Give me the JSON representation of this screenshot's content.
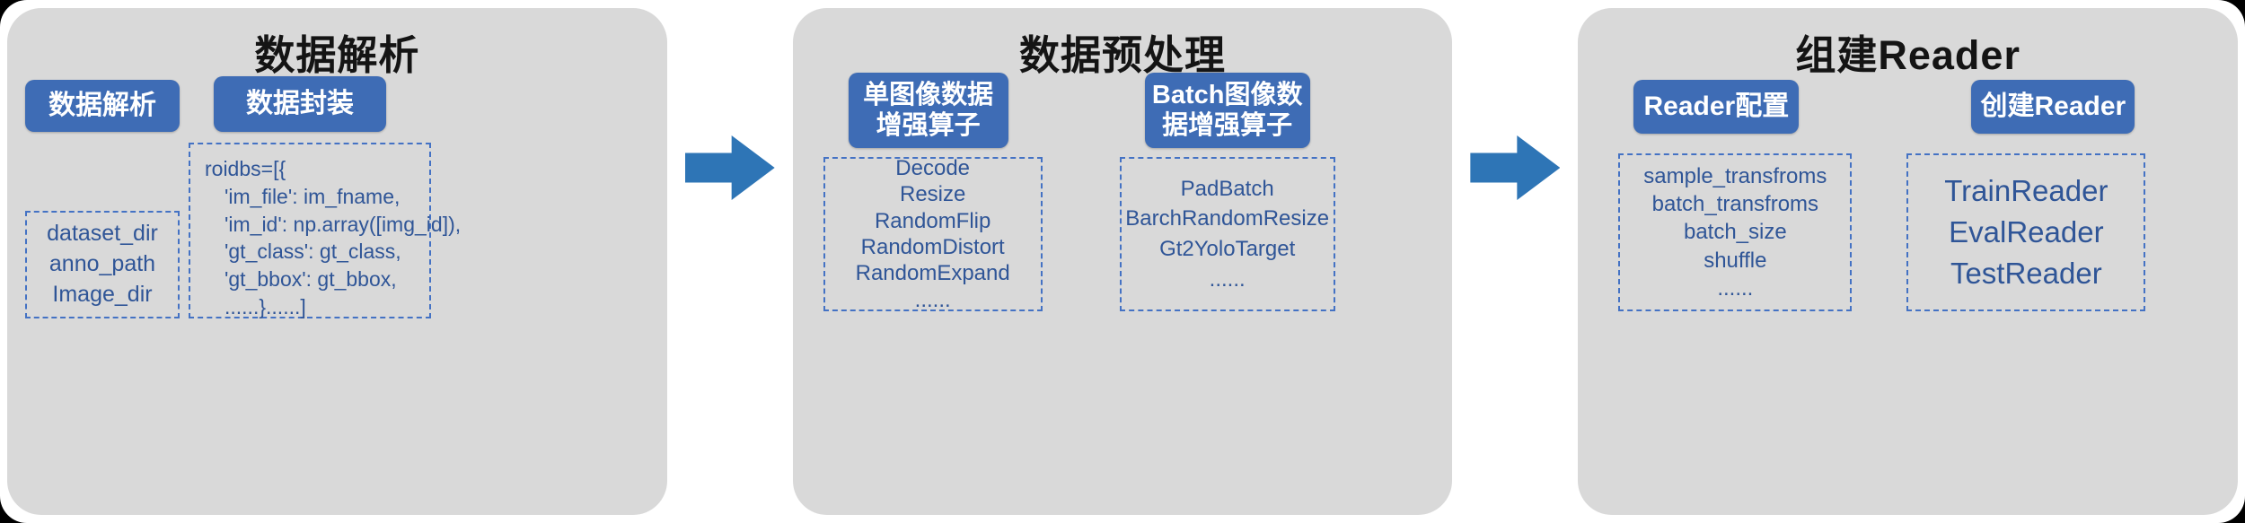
{
  "colors": {
    "panel_bg": "#d9d9d9",
    "button_bg": "#3e6cb5",
    "arrow": "#2e75b6",
    "dashed_border": "#4472c4",
    "box_text": "#2f5597"
  },
  "panels": [
    {
      "title": "数据解析",
      "buttons": [
        "数据解析",
        "数据封装"
      ],
      "box_a_lines": [
        "dataset_dir",
        "anno_path",
        "Image_dir"
      ],
      "box_b_lines": [
        "roidbs=[{",
        "'im_file': im_fname,",
        "'im_id': np.array([img_id]),",
        "'gt_class': gt_class,",
        "'gt_bbox': gt_bbox,",
        "......}......]"
      ]
    },
    {
      "title": "数据预处理",
      "buttons": [
        "单图像数据\n增强算子",
        "Batch图像数\n据增强算子"
      ],
      "box_a_lines": [
        "Decode",
        "Resize",
        "RandomFlip",
        "RandomDistort",
        "RandomExpand",
        "......"
      ],
      "box_b_lines": [
        "PadBatch",
        "BarchRandomResize",
        "Gt2YoloTarget",
        "......"
      ]
    },
    {
      "title": "组建Reader",
      "buttons": [
        "Reader配置",
        "创建Reader"
      ],
      "box_a_lines": [
        "sample_transfroms",
        "batch_transfroms",
        "batch_size",
        "shuffle",
        "......"
      ],
      "box_b_lines": [
        "TrainReader",
        "EvalReader",
        "TestReader"
      ]
    }
  ]
}
